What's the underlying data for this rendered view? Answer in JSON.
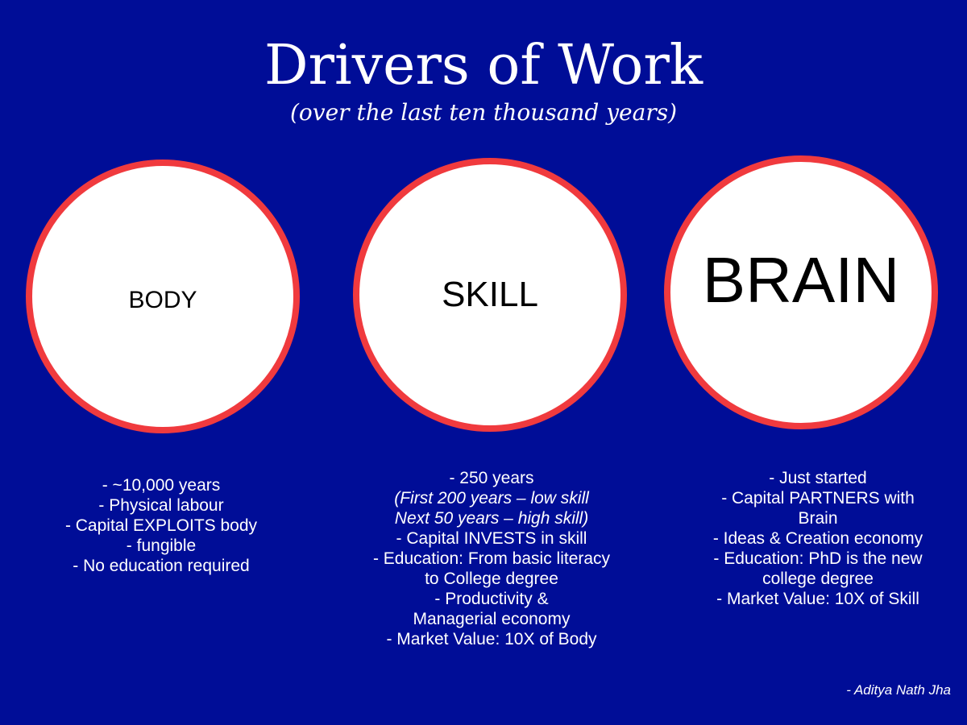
{
  "colors": {
    "background": "#000d97",
    "circle_fill": "#ffffff",
    "circle_border": "#f03a3e",
    "text": "#ffffff",
    "circle_text": "#000000"
  },
  "slide": {
    "title": "Drivers of Work",
    "subtitle": "(over the last ten thousand years)",
    "circles": [
      {
        "label": "BODY"
      },
      {
        "label": "SKILL"
      },
      {
        "label": "BRAIN"
      }
    ],
    "columns": [
      {
        "lines": [
          "- ~10,000 years",
          "- Physical labour",
          "- Capital EXPLOITS body",
          "- fungible",
          "- No education required"
        ]
      },
      {
        "lines": [
          "- 250 years",
          "(First 200 years – low skill",
          "Next 50 years – high skill)",
          "- Capital INVESTS in skill",
          "- Education: From basic literacy",
          "to College degree",
          "- Productivity &",
          "Managerial economy",
          "- Market Value: 10X of Body"
        ]
      },
      {
        "lines": [
          "- Just started",
          "- Capital PARTNERS with",
          "Brain",
          "- Ideas & Creation economy",
          "- Education: PhD is the new",
          "college degree",
          "- Market Value: 10X of Skill"
        ]
      }
    ],
    "credit": "- Aditya Nath Jha"
  }
}
